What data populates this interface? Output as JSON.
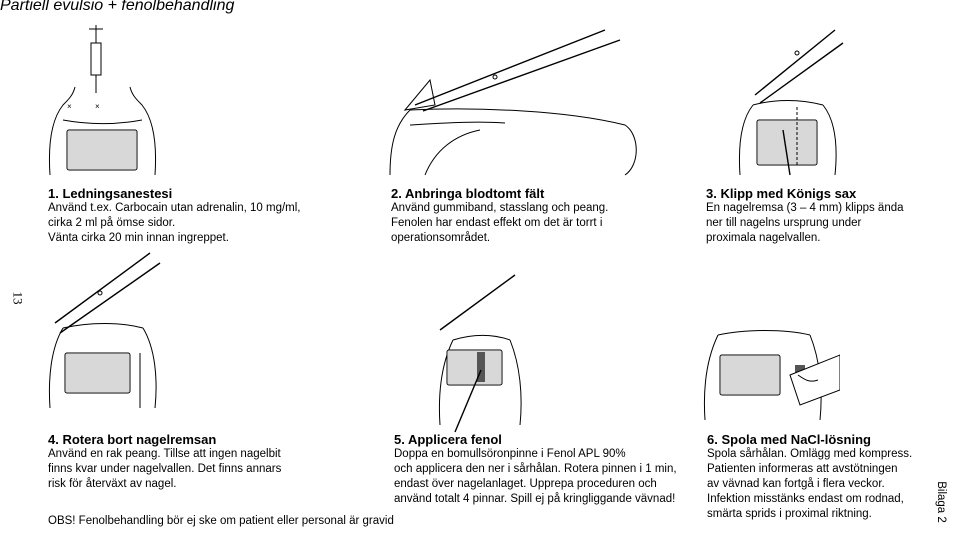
{
  "title": "Partiell evulsio + fenolbehandling",
  "page_number": "13",
  "appendix": "Bilaga 2",
  "obs": "OBS! Fenolbehandling bör ej ske om patient eller personal är gravid",
  "steps": [
    {
      "heading": "1. Ledningsanestesi",
      "lines": [
        "Använd t.ex. Carbocain utan adrenalin, 10 mg/ml,",
        "cirka 2 ml på ömse sidor.",
        "Vänta cirka 20 min innan ingreppet."
      ]
    },
    {
      "heading": "2. Anbringa blodtomt fält",
      "lines": [
        "Använd gummiband, stasslang och peang.",
        "Fenolen har endast effekt om det är torrt i",
        "operationsområdet."
      ]
    },
    {
      "heading": "3. Klipp med Königs sax",
      "lines": [
        "En nagelremsa (3 – 4 mm) klipps ända",
        "ner till nagelns ursprung under",
        "proximala nagelvallen."
      ]
    },
    {
      "heading": "4. Rotera bort nagelremsan",
      "lines": [
        "Använd en rak peang. Tillse att ingen nagelbit",
        "finns kvar under nagelvallen. Det finns annars",
        "risk för återväxt av nagel."
      ]
    },
    {
      "heading": "5. Applicera fenol",
      "lines": [
        "Doppa en bomullsöronpinne i Fenol APL 90%",
        "och applicera den ner i sårhålan. Rotera pinnen i 1 min,",
        "endast över nagelanlaget. Upprepa proceduren och",
        "använd totalt 4 pinnar. Spill ej på kringliggande vävnad!"
      ]
    },
    {
      "heading": "6. Spola med NaCl-lösning",
      "lines": [
        "Spola sårhålan. Omlägg med kompress.",
        "Patienten informeras att avstötningen",
        "av vävnad kan fortgå i flera veckor.",
        "Infektion misstänks endast om rodnad,",
        "smärta sprids i proximal riktning."
      ]
    }
  ]
}
